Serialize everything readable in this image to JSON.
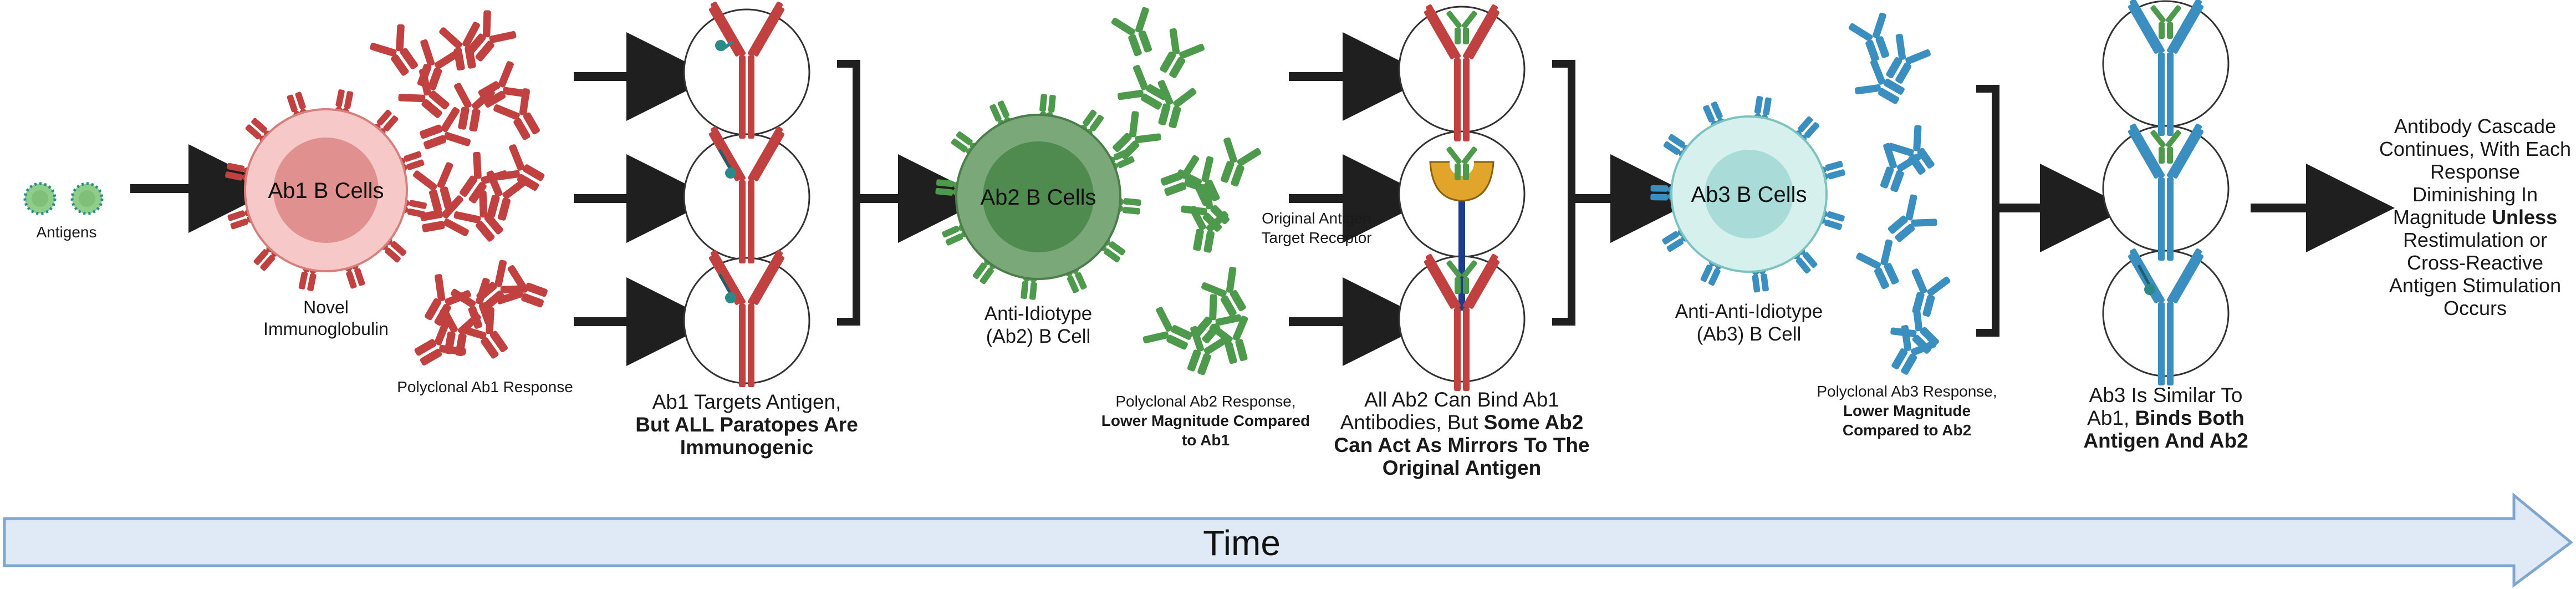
{
  "colors": {
    "ab1": "#c0413f",
    "ab1_cell_outer": "#f6c9c8",
    "ab1_cell_inner": "#e0908e",
    "ab2": "#4e9a4c",
    "ab2_cell_outer": "#7aa878",
    "ab2_cell_inner": "#4f8a4e",
    "ab3": "#3a8fc0",
    "ab3_cell_outer": "#d6f0ee",
    "ab3_cell_inner": "#a9dcd8",
    "antigen_teal": "#2a8a87",
    "antigen_green": "#7fbf7a",
    "receptor_gold": "#e0a52a",
    "receptor_blue": "#1f3c8c",
    "arrow": "#1f1f1f",
    "time_fill": "#dfeaf6",
    "time_stroke": "#7fa6cf"
  },
  "labels": {
    "antigens": "Antigens",
    "ab1_cells": "Ab1 B Cells",
    "novel_ig": [
      "Novel",
      "Immunoglobulin"
    ],
    "polyclonal_ab1": "Polyclonal Ab1 Response",
    "ab1_targets": {
      "normal": "Ab1 Targets Antigen,",
      "bold": [
        "But ALL Paratopes Are",
        "Immunogenic"
      ]
    },
    "ab2_cells": "Ab2 B Cells",
    "anti_idiotype": [
      "Anti-Idiotype",
      "(Ab2) B Cell"
    ],
    "polyclonal_ab2": {
      "normal": "Polyclonal Ab2 Response,",
      "bold": [
        "Lower Magnitude Compared",
        "to Ab1"
      ]
    },
    "original_receptor": [
      "Original Antigen",
      "Target Receptor"
    ],
    "all_ab2": {
      "normal": [
        "All Ab2 Can Bind Ab1",
        "Antibodies, But"
      ],
      "bold_inline": "Some Ab2",
      "bold": [
        "Can Act As Mirrors To The",
        "Original Antigen"
      ]
    },
    "ab3_cells": "Ab3 B Cells",
    "anti_anti_idiotype": [
      "Anti-Anti-Idiotype",
      "(Ab3) B Cell"
    ],
    "polyclonal_ab3": {
      "normal": "Polyclonal Ab3 Response,",
      "bold": [
        "Lower Magnitude",
        "Compared to Ab2"
      ]
    },
    "ab3_similar": {
      "normal": [
        "Ab3 Is Similar To",
        "Ab1,"
      ],
      "bold_inline": "Binds Both",
      "bold": [
        "Antigen And Ab2"
      ]
    },
    "cascade": {
      "lines_before": [
        "Antibody Cascade",
        "Continues, With Each",
        "Response",
        "Diminishing In"
      ],
      "magnitude": "Magnitude",
      "unless": "Unless",
      "lines_after": [
        "Restimulation or",
        "Cross-Reactive",
        "Antigen Stimulation",
        "Occurs"
      ]
    },
    "time": "Time"
  }
}
